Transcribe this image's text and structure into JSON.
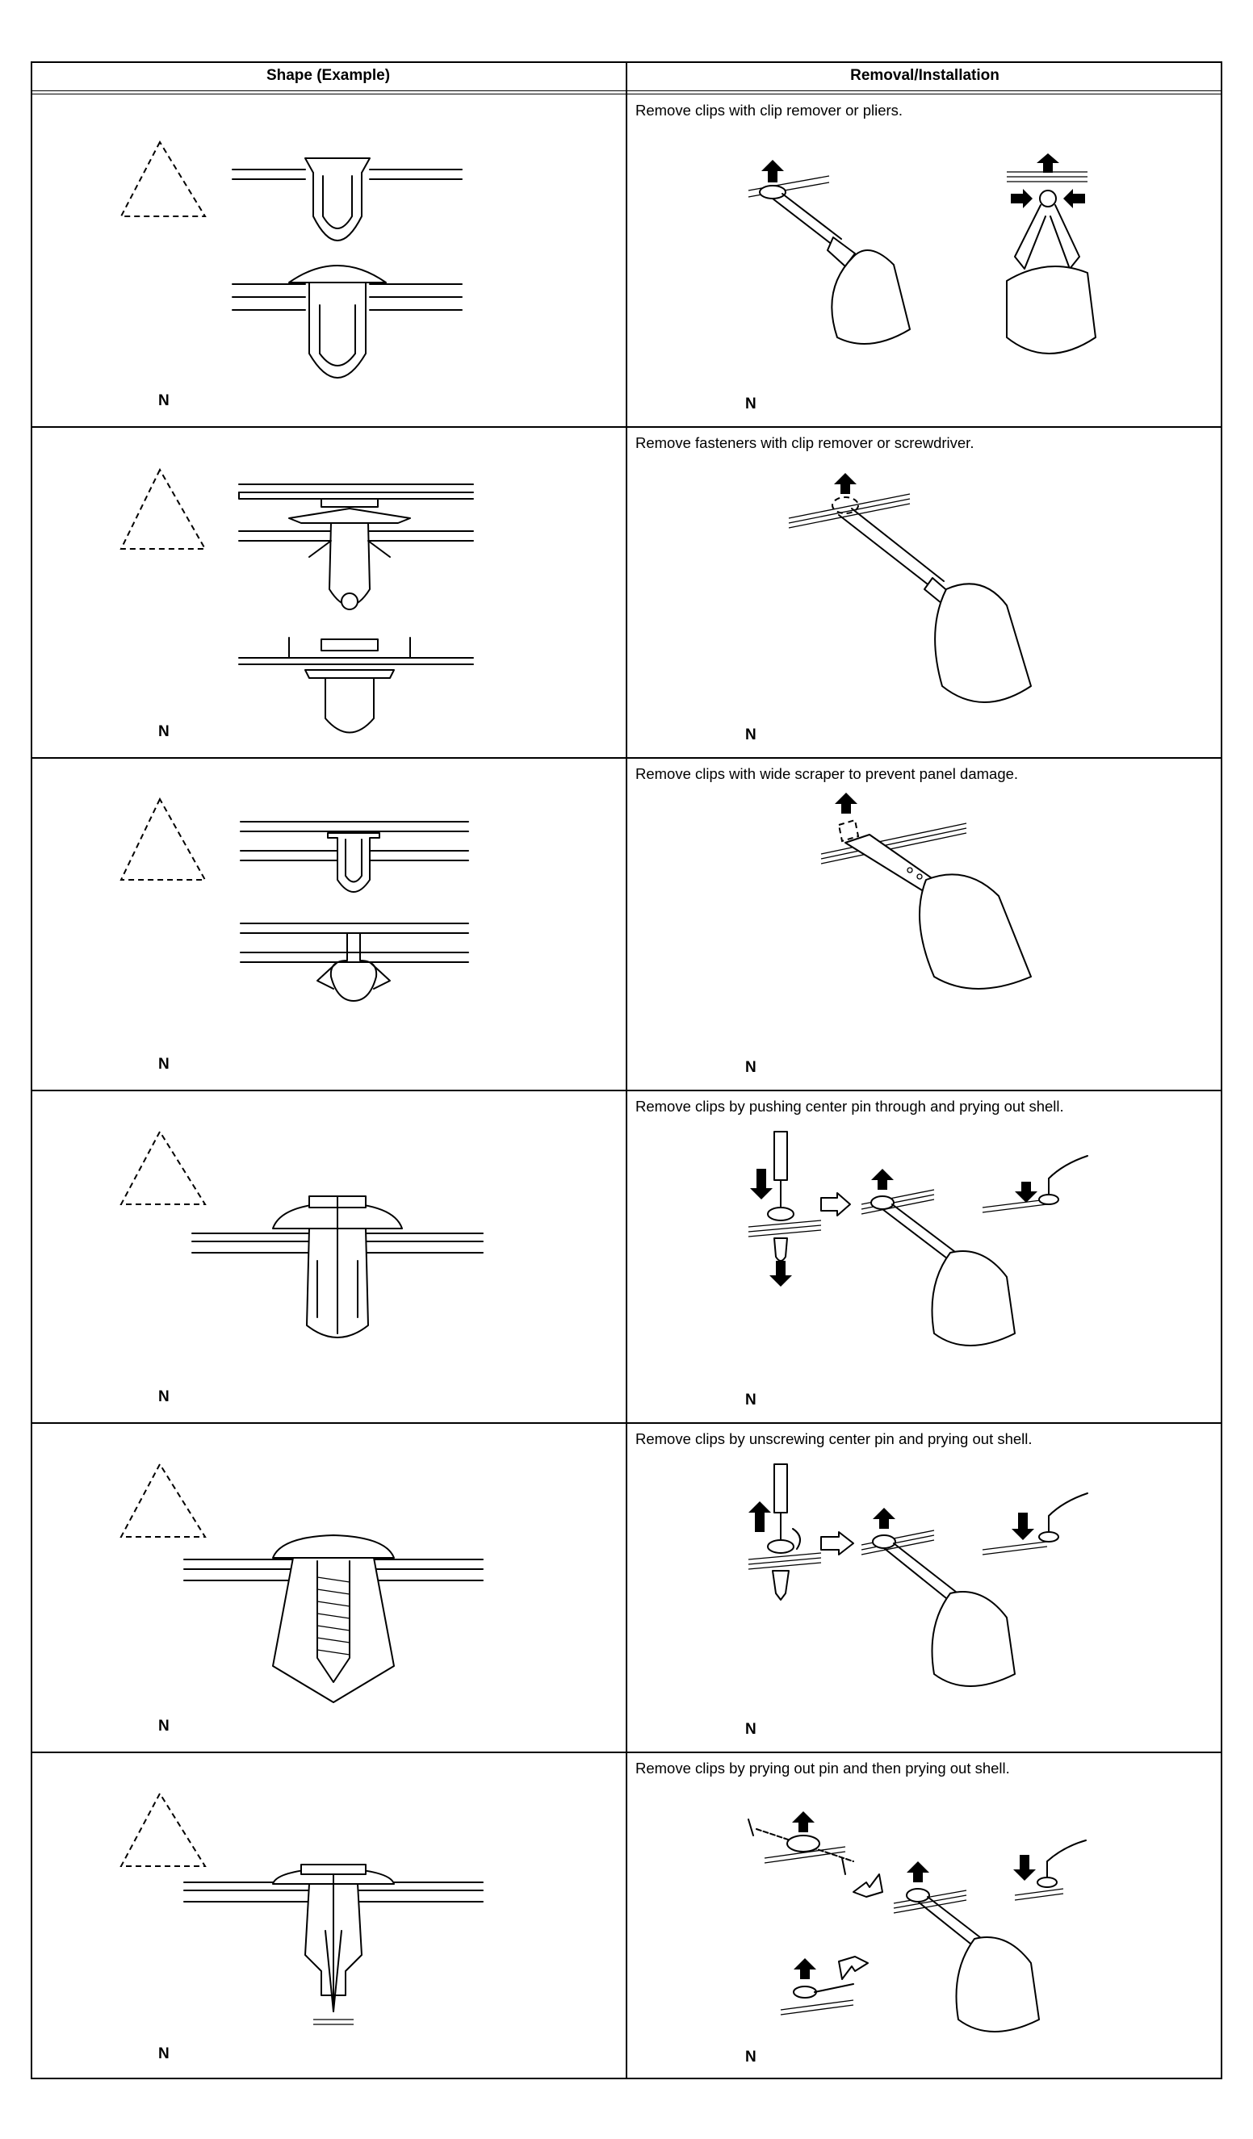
{
  "header": {
    "col1": "Shape (Example)",
    "col2": "Removal/Installation"
  },
  "rows": [
    {
      "caption": "Remove clips with clip remover or pliers.",
      "shape_label": "N",
      "removal_label": "N"
    },
    {
      "caption": "Remove fasteners with clip remover or screwdriver.",
      "shape_label": "N",
      "removal_label": "N"
    },
    {
      "caption": "Remove clips with wide scraper to prevent panel damage.",
      "shape_label": "N",
      "removal_label": "N"
    },
    {
      "caption": "Remove clips by pushing center pin through and prying out shell.",
      "shape_label": "N",
      "removal_label": "N"
    },
    {
      "caption": "Remove clips by unscrewing center pin and prying out shell.",
      "shape_label": "N",
      "removal_label": "N"
    },
    {
      "caption": "Remove clips by prying out pin and then prying out shell.",
      "shape_label": "N",
      "removal_label": "N"
    }
  ]
}
